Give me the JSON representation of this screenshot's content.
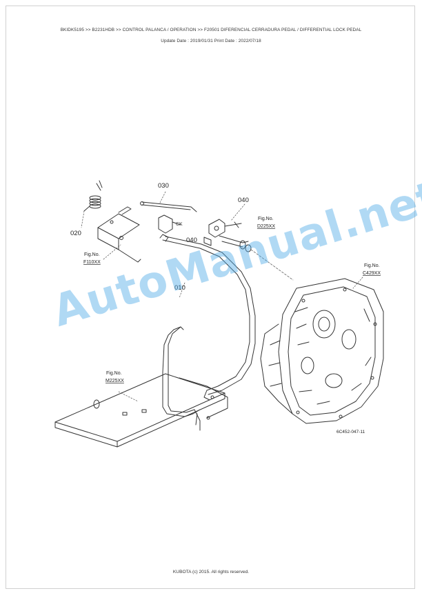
{
  "header": {
    "breadcrumb": "BKIDK5195 >> B2231HDB >> CONTROL PALANCA / OPERATION >> F20501   DIFERENCIAL CERRADURA PEDAL / DIFFERENTIAL LOCK PEDAL",
    "dates": "Update Date : 2019/01/31   Print Date : 2022/07/18"
  },
  "diagram": {
    "part_labels": [
      "030",
      "040",
      "020",
      "040",
      "010"
    ],
    "fig_refs": [
      {
        "title": "Fig.No.",
        "code": "D225XX"
      },
      {
        "title": "Fig.No.",
        "code": "F110XX"
      },
      {
        "title": "Fig.No.",
        "code": "C429XX"
      },
      {
        "title": "Fig.No.",
        "code": "M225XX"
      }
    ],
    "drawing_code": "6C452-047-11"
  },
  "watermark": "AutoManual.net",
  "footer": "KUBOTA (c) 2015. All rights reserved."
}
